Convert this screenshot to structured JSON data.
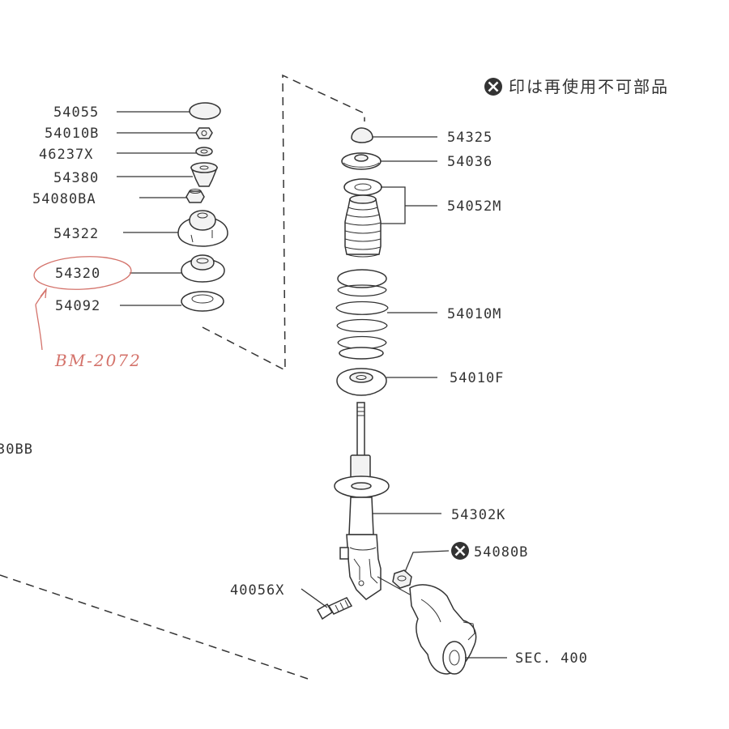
{
  "legend": {
    "icon": "x-circle-icon",
    "text": "印は再使用不可部品"
  },
  "parts_left": [
    {
      "id": "54055"
    },
    {
      "id": "54010B"
    },
    {
      "id": "46237X"
    },
    {
      "id": "54380"
    },
    {
      "id": "54080BA"
    },
    {
      "id": "54322"
    },
    {
      "id": "54320"
    },
    {
      "id": "54092"
    }
  ],
  "parts_right": [
    {
      "id": "54325"
    },
    {
      "id": "54036"
    },
    {
      "id": "54052M"
    },
    {
      "id": "54010M"
    },
    {
      "id": "54010F"
    },
    {
      "id": "54302K"
    },
    {
      "id": "54080B"
    }
  ],
  "parts_bottom": [
    {
      "id": "40056X"
    },
    {
      "id": "SEC. 400"
    }
  ],
  "partial_label": "30BB",
  "handwritten_note": "BM-2072",
  "colors": {
    "ink": "#333333",
    "annotation_red": "#d4736b"
  }
}
